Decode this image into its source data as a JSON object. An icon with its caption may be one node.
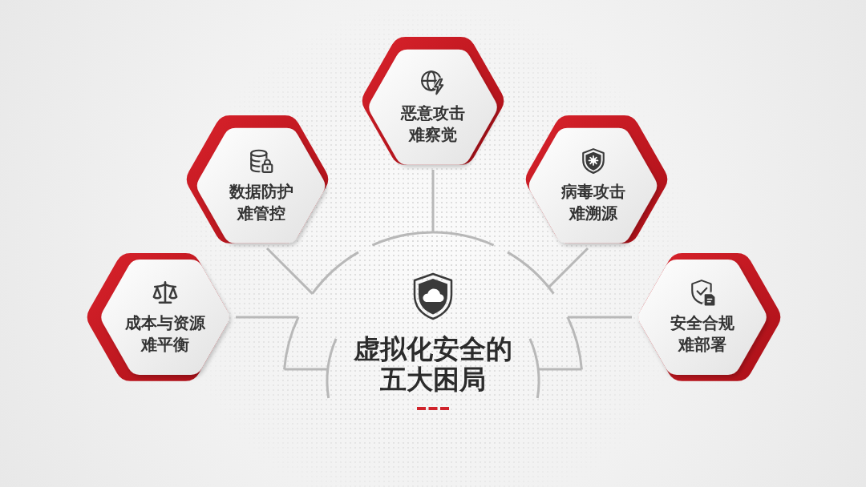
{
  "diagram": {
    "nodes": [
      {
        "text": [
          "恶意攻击难察觉"
        ]
      },
      {
        "text": [
          "数据防护难管控"
        ]
      },
      {
        "text": [
          "病毒攻击难溯源"
        ]
      },
      {
        "text": [
          "成本与资源难平衡"
        ]
      },
      {
        "text": [
          "虚拟化安全的五大困局"
        ]
      },
      {
        "text": [
          "安全合规难部署"
        ]
      }
    ],
    "edges": [
      {
        "from": 0,
        "to": 4,
        "arrow": "none"
      },
      {
        "from": 1,
        "to": 4,
        "arrow": "none"
      },
      {
        "from": 2,
        "to": 4,
        "arrow": "none"
      },
      {
        "from": 3,
        "to": 4,
        "arrow": "none"
      },
      {
        "from": 5,
        "to": 4,
        "arrow": "none"
      }
    ]
  }
}
